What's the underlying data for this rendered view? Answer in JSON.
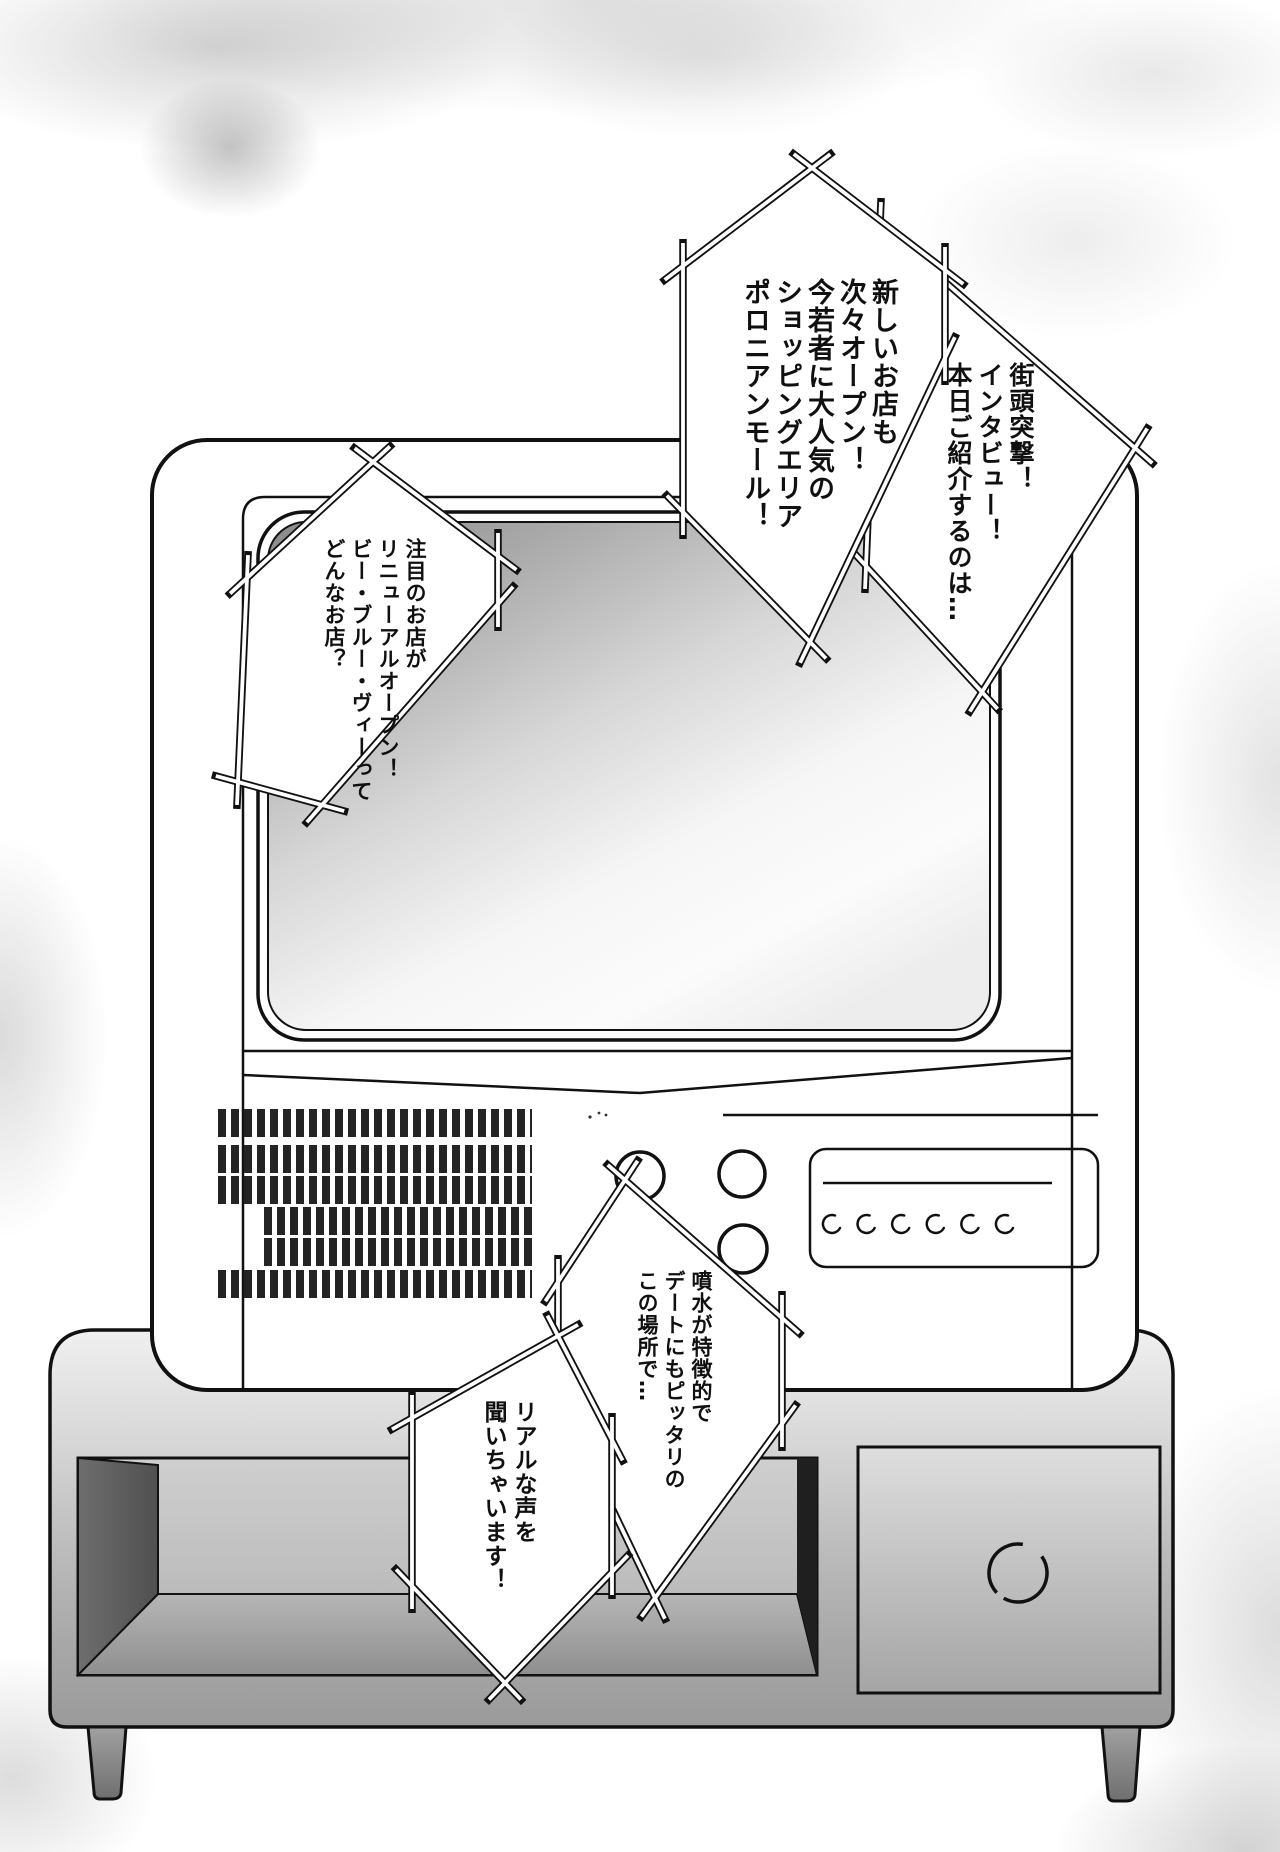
{
  "page": {
    "kind": "manga page",
    "scene": "CRT television on a TV stand with hexagonal caption bubbles",
    "colors": {
      "ink": "#111111",
      "paper": "#ffffff",
      "screen_shade": "#8a8a8a",
      "stand_shade": "#9a9a9a"
    }
  },
  "bubbles": [
    {
      "id": "intro",
      "lines": "街頭突撃！\nインタビュー！\n本日ご紹介するのは…"
    },
    {
      "id": "mall",
      "lines": "新しいお店も\n次々オープン！\n今若者に大人気の\nショッピングエリア\nポロニアンモール！"
    },
    {
      "id": "shop",
      "lines": "注目のお店が\nリニューアルオープン！\nビー・ブルー・ヴィーって\nどんなお店？"
    },
    {
      "id": "fountain",
      "lines": "噴水が特徴的で\nデートにもピッタリの\nこの場所で…"
    },
    {
      "id": "voices",
      "lines": "リアルな声を\n聞いちゃいます！"
    }
  ]
}
